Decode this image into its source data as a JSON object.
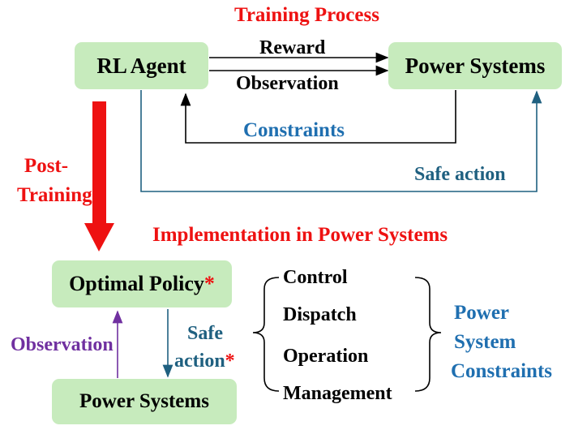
{
  "training": {
    "title": "Training Process",
    "rl_agent": "RL Agent",
    "power_systems": "Power Systems",
    "reward": "Reward",
    "observation": "Observation",
    "constraints": "Constraints",
    "safe_action": "Safe action"
  },
  "post_training": {
    "line1": "Post-",
    "line2": "Training"
  },
  "implementation": {
    "title": "Implementation in Power Systems",
    "optimal_policy": "Optimal Policy",
    "star": "*",
    "power_systems": "Power Systems",
    "observation": "Observation",
    "safe_line1": "Safe",
    "safe_line2": "action",
    "safe_star": "*",
    "constraint_items": [
      "Control",
      "Dispatch",
      "Operation",
      "Management"
    ],
    "group_line1": "Power",
    "group_line2": "System",
    "group_line3": "Constraints"
  },
  "colors": {
    "box_fill": "#c7ebbd",
    "title_red": "#ee1111",
    "constraints_blue": "#1f6fb0",
    "safe_teal": "#1f6080",
    "observation_purple": "#7030a0"
  }
}
